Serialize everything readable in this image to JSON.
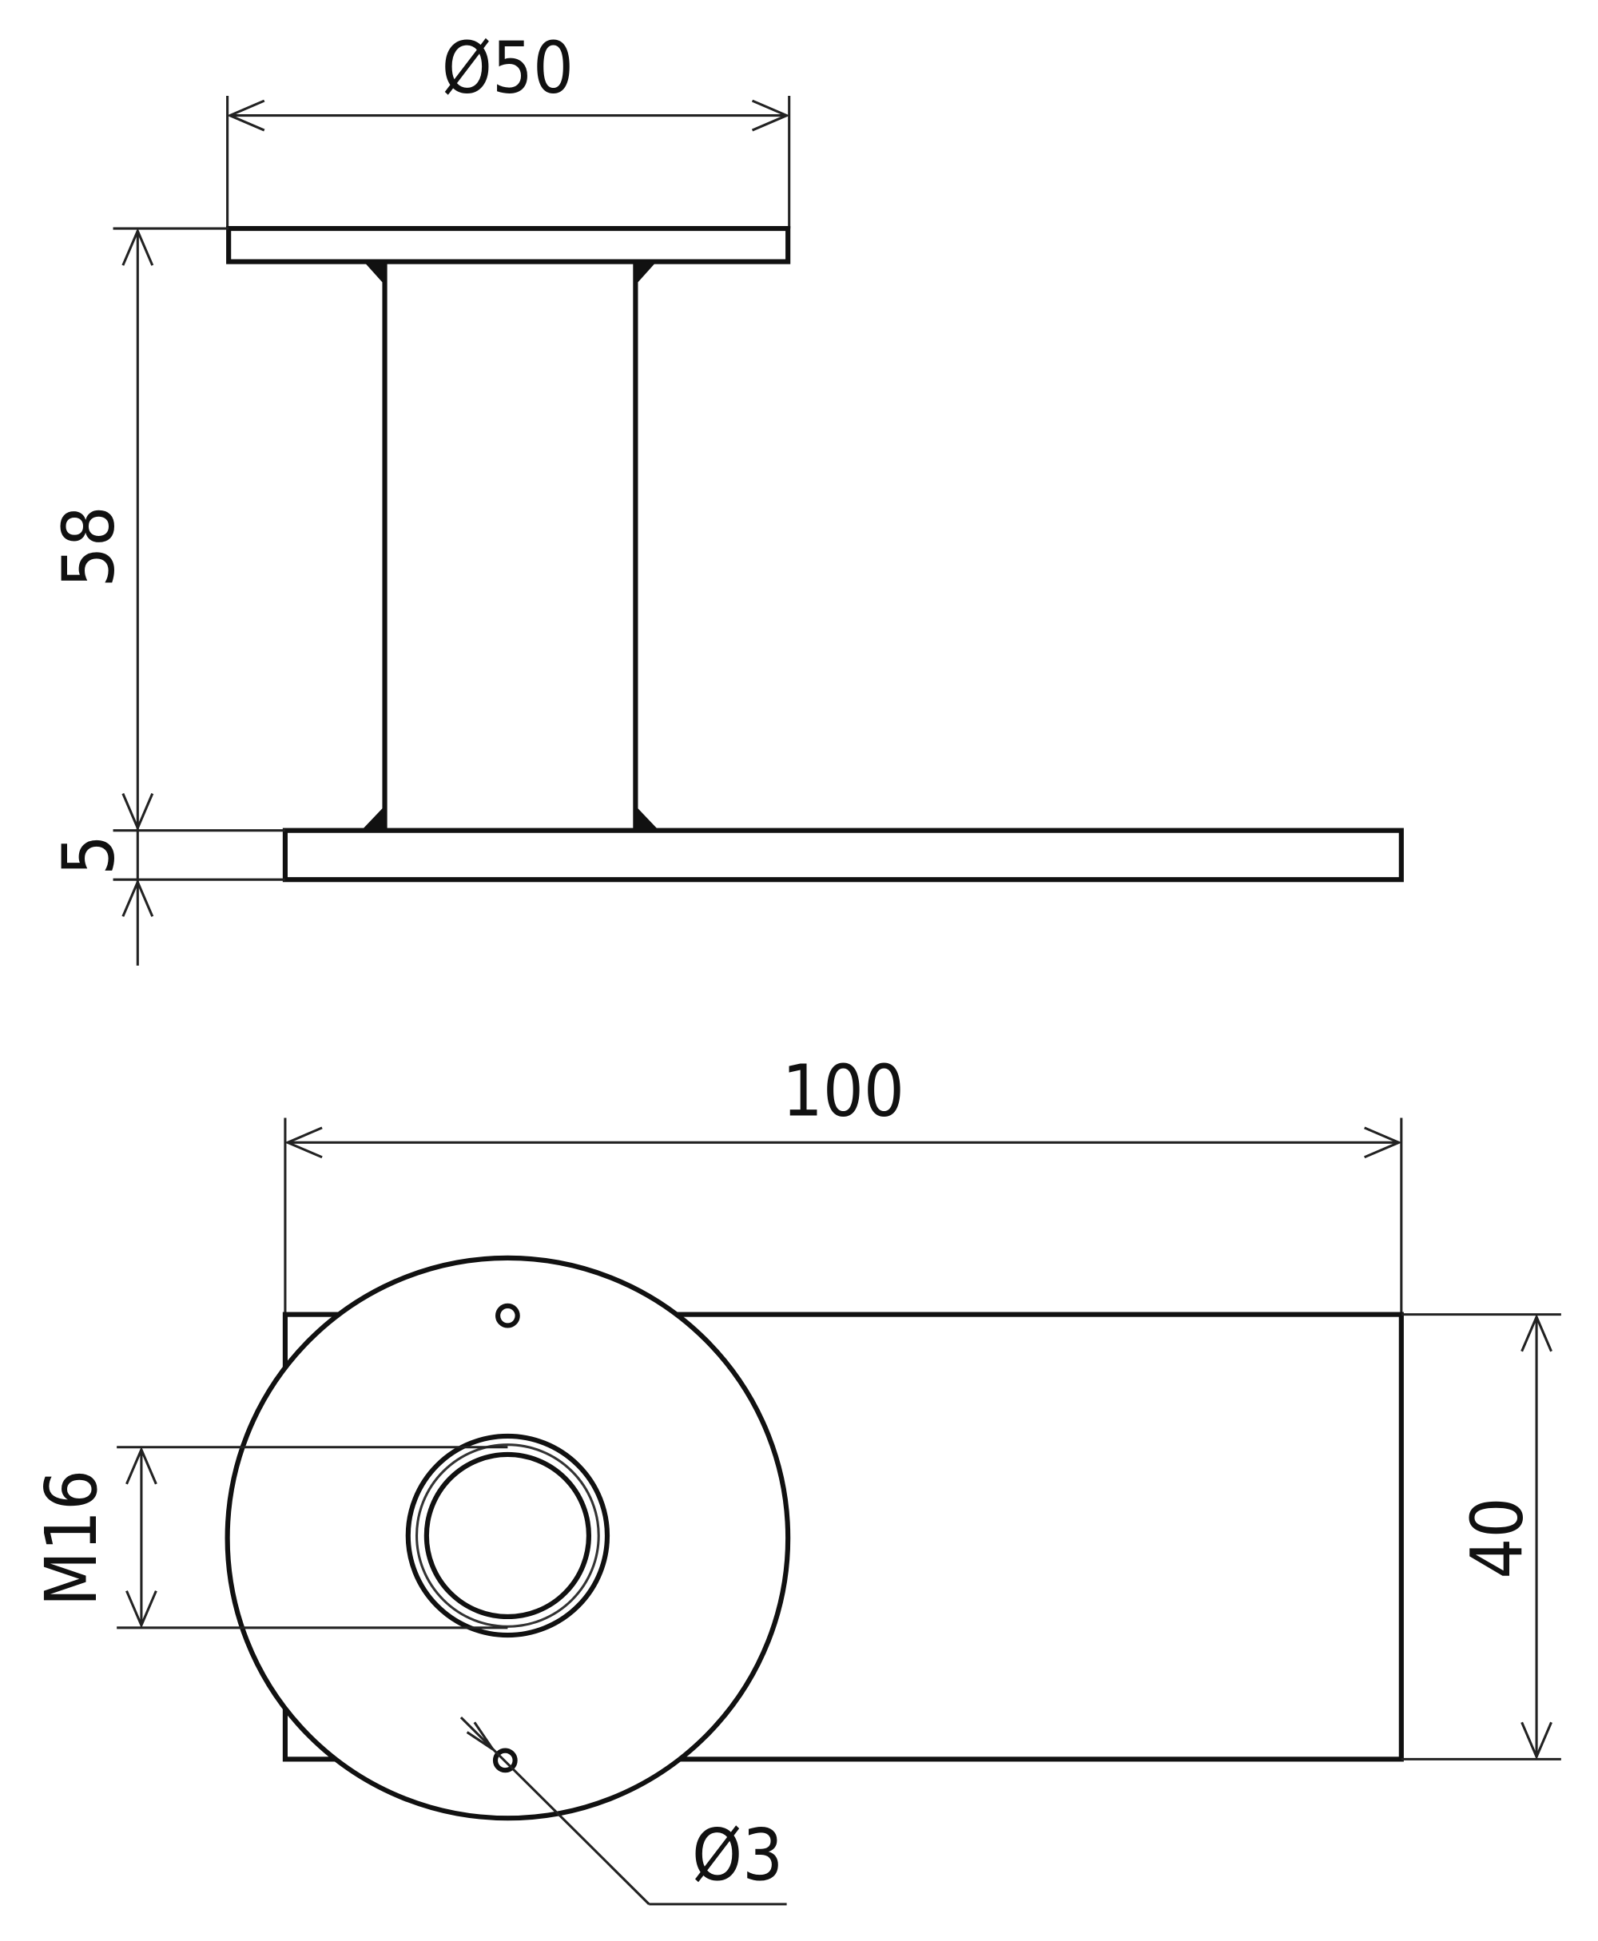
{
  "drawing": {
    "side_view": {
      "dim_top_diameter": "Ø50",
      "dim_height": "58",
      "dim_base_thickness": "5"
    },
    "top_view": {
      "dim_length": "100",
      "dim_width": "40",
      "dim_thread": "M16",
      "dim_small_hole": "Ø3"
    },
    "colors": {
      "line": "#111111",
      "background": "#ffffff"
    }
  }
}
